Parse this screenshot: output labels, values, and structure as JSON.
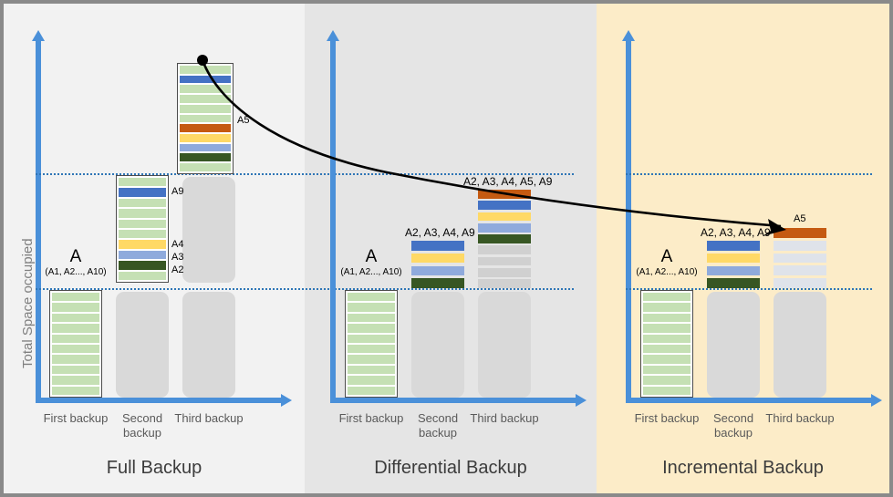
{
  "axis": {
    "y_label": "Total Space occupied"
  },
  "panels": [
    {
      "id": "full",
      "title": "Full Backup",
      "bg": "#f2f2f2",
      "ticks": [
        "First backup",
        "Second backup",
        "Third backup"
      ],
      "dataset_label": "A",
      "dataset_sub": "(A1, A2..., A10)",
      "columns": [
        {
          "name": "first-backup-column",
          "top_label": "",
          "segments": [
            "green",
            "green",
            "green",
            "green",
            "green",
            "green",
            "green",
            "green",
            "green",
            "green"
          ],
          "seg_labels": []
        },
        {
          "name": "second-backup-column",
          "top_label": "",
          "segments": [
            "green",
            "blue",
            "green",
            "green",
            "green",
            "green",
            "yellow",
            "ltblue",
            "dkgreen",
            "green"
          ],
          "seg_labels": [
            {
              "index": 1,
              "text": "A9"
            },
            {
              "index": 6,
              "text": "A4"
            },
            {
              "index": 7,
              "text": "A3"
            },
            {
              "index": 8,
              "text": "A2"
            }
          ]
        },
        {
          "name": "third-backup-column",
          "top_label": "",
          "segments": [
            "green",
            "blue",
            "green",
            "green",
            "green",
            "green",
            "orange",
            "yellow",
            "ltblue",
            "dkgreen",
            "green"
          ],
          "seg_labels": [
            {
              "index": 6,
              "text": "A5"
            }
          ]
        }
      ]
    },
    {
      "id": "differential",
      "title": "Differential Backup",
      "bg": "#e5e5e5",
      "ticks": [
        "First backup",
        "Second backup",
        "Third backup"
      ],
      "dataset_label": "A",
      "dataset_sub": "(A1, A2..., A10)",
      "columns": [
        {
          "name": "first-backup-column",
          "top_label": "",
          "segments": [
            "green",
            "green",
            "green",
            "green",
            "green",
            "green",
            "green",
            "green",
            "green",
            "green"
          ],
          "seg_labels": []
        },
        {
          "name": "second-backup-column",
          "top_label": "A2, A3, A4, A9",
          "segments": [
            "blue",
            "yellow",
            "ltblue",
            "dkgreen"
          ],
          "seg_labels": []
        },
        {
          "name": "third-backup-column",
          "top_label": "A2, A3, A4, A5, A9",
          "segments": [
            "orange",
            "blue",
            "yellow",
            "ltblue",
            "dkgreen",
            "gray",
            "gray",
            "gray",
            "gray"
          ],
          "seg_labels": []
        }
      ]
    },
    {
      "id": "incremental",
      "title": "Incremental Backup",
      "bg": "#fcecc8",
      "ticks": [
        "First backup",
        "Second backup",
        "Third backup"
      ],
      "dataset_label": "A",
      "dataset_sub": "(A1, A2..., A10)",
      "columns": [
        {
          "name": "first-backup-column",
          "top_label": "",
          "segments": [
            "green",
            "green",
            "green",
            "green",
            "green",
            "green",
            "green",
            "green",
            "green",
            "green"
          ],
          "seg_labels": []
        },
        {
          "name": "second-backup-column",
          "top_label": "A2, A3, A4, A9",
          "segments": [
            "blue",
            "yellow",
            "ltblue",
            "dkgreen"
          ],
          "seg_labels": []
        },
        {
          "name": "third-backup-column",
          "top_label": "A5",
          "segments": [
            "orange",
            "lgray",
            "lgray",
            "lgray",
            "lgray"
          ],
          "seg_labels": []
        }
      ]
    }
  ],
  "annotation": {
    "source_label": "A5",
    "target_label": "A5"
  },
  "colors": {
    "green": "#c5e0b4",
    "blue": "#4472c4",
    "ltblue": "#8faadc",
    "yellow": "#ffd966",
    "orange": "#c55a11",
    "dkgreen": "#375623",
    "gray": "#d0d0d0",
    "lgray": "#dfe3ea",
    "axis": "#4a90d9",
    "gridline": "#2e75b6",
    "ghost": "#d9d9d9"
  }
}
